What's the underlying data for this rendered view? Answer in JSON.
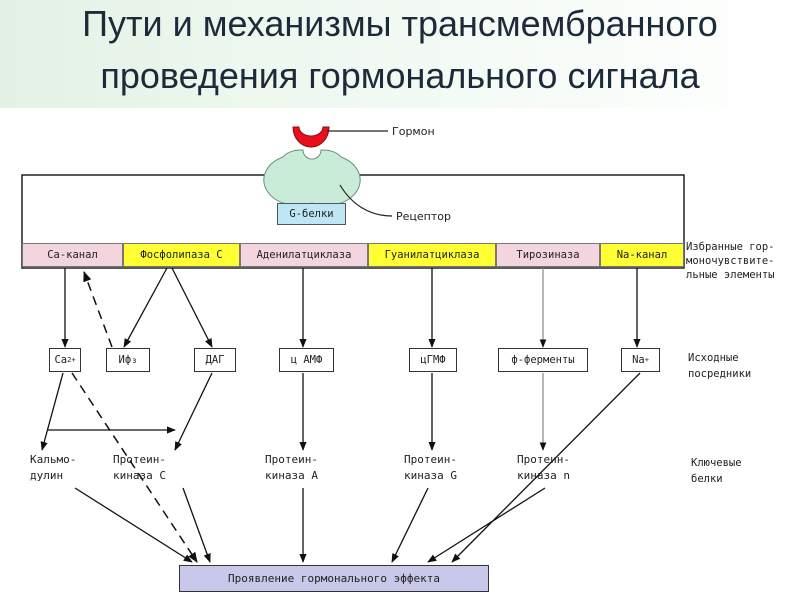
{
  "title": {
    "line1": "Пути и механизмы трансмембранного",
    "line2": "проведения гормонального сигнала"
  },
  "labels": {
    "hormone": "Гормон",
    "receptor": "Рецептор",
    "g_proteins": "G-белки"
  },
  "enzymes": [
    "Са-канал",
    "Фосфолипаза С",
    "Аденилатциклаза",
    "Гуанилатциклаза",
    "Тирозиназа",
    "Na-канал"
  ],
  "mediators": {
    "ca": "Ca",
    "ca_sup": "2+",
    "if3": "Иф₃",
    "dag": "ДАГ",
    "camp": "ц АМФ",
    "cgmp": "цГМФ",
    "f_enzymes": "ф-ферменты",
    "na": "Na",
    "na_sup": "+"
  },
  "key_proteins": {
    "calmodulin": "Кальмо-\nдулин",
    "pk_c": "Протеин-\nкиназа С",
    "pk_a": "Протеин-\nкиназа А",
    "pk_g": "Протеин-\nкиназа G",
    "pk_n": "Протеин-\nкиназа n"
  },
  "effect": "Проявление гормонального эффекта",
  "row_labels": {
    "selected": "Избранные гор-\nмоночувствите-\nльные элементы",
    "initial": "Исходные\nпосредники",
    "key": "Ключевые\nбелки"
  },
  "colors": {
    "hormone": "#e8101a",
    "receptor": "#c9ecd8",
    "g_protein_box": "#bfe6f5",
    "pink": "#f3d5de",
    "yellow": "#ffff33",
    "effect_box": "#c8c8ea"
  }
}
